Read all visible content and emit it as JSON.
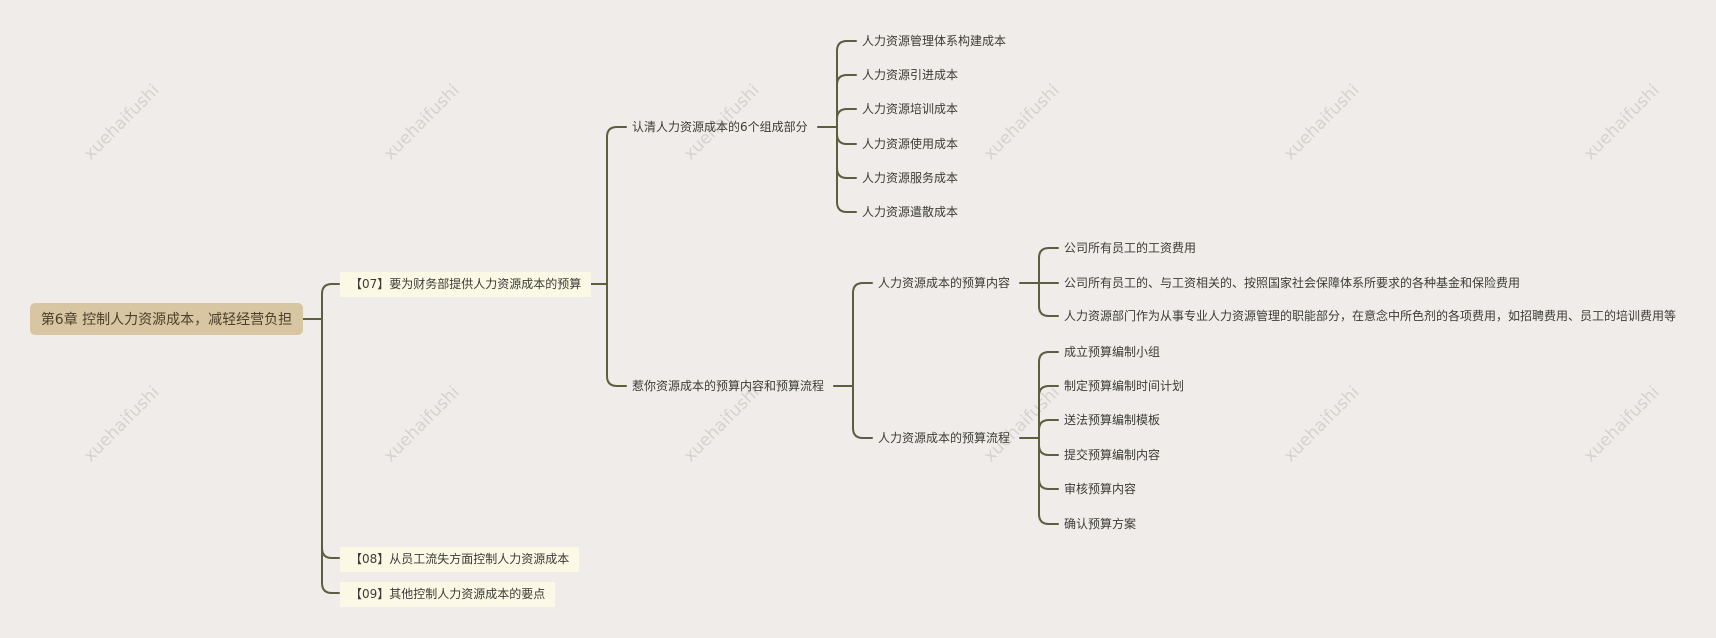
{
  "watermark": "xuehaifushi",
  "root": {
    "label": "第6章 控制人力资源成本，减轻经营负担"
  },
  "branch07": {
    "label": "【07】要为财务部提供人力资源成本的预算",
    "components": {
      "label": "认清人力资源成本的6个组成部分",
      "items": [
        "人力资源管理体系构建成本",
        "人力资源引进成本",
        "人力资源培训成本",
        "人力资源使用成本",
        "人力资源服务成本",
        "人力资源遣散成本"
      ]
    },
    "budget": {
      "label": "惹你资源成本的预算内容和预算流程",
      "content": {
        "label": "人力资源成本的预算内容",
        "items": [
          "公司所有员工的工资费用",
          "公司所有员工的、与工资相关的、按照国家社会保障体系所要求的各种基金和保险费用",
          "人力资源部门作为从事专业人力资源管理的职能部分，在意念中所色剂的各项费用，如招聘费用、员工的培训费用等"
        ]
      },
      "process": {
        "label": "人力资源成本的预算流程",
        "items": [
          "成立预算编制小组",
          "制定预算编制时间计划",
          "送法预算编制模板",
          "提交预算编制内容",
          "审核预算内容",
          "确认预算方案"
        ]
      }
    }
  },
  "branch08": {
    "label": "【08】从员工流失方面控制人力资源成本"
  },
  "branch09": {
    "label": "【09】其他控制人力资源成本的要点"
  },
  "colors": {
    "line": "#5b5e3f",
    "root_bg": "#d8c6a2",
    "branch_bg": "#fbf8e6",
    "background": "#efecea"
  }
}
